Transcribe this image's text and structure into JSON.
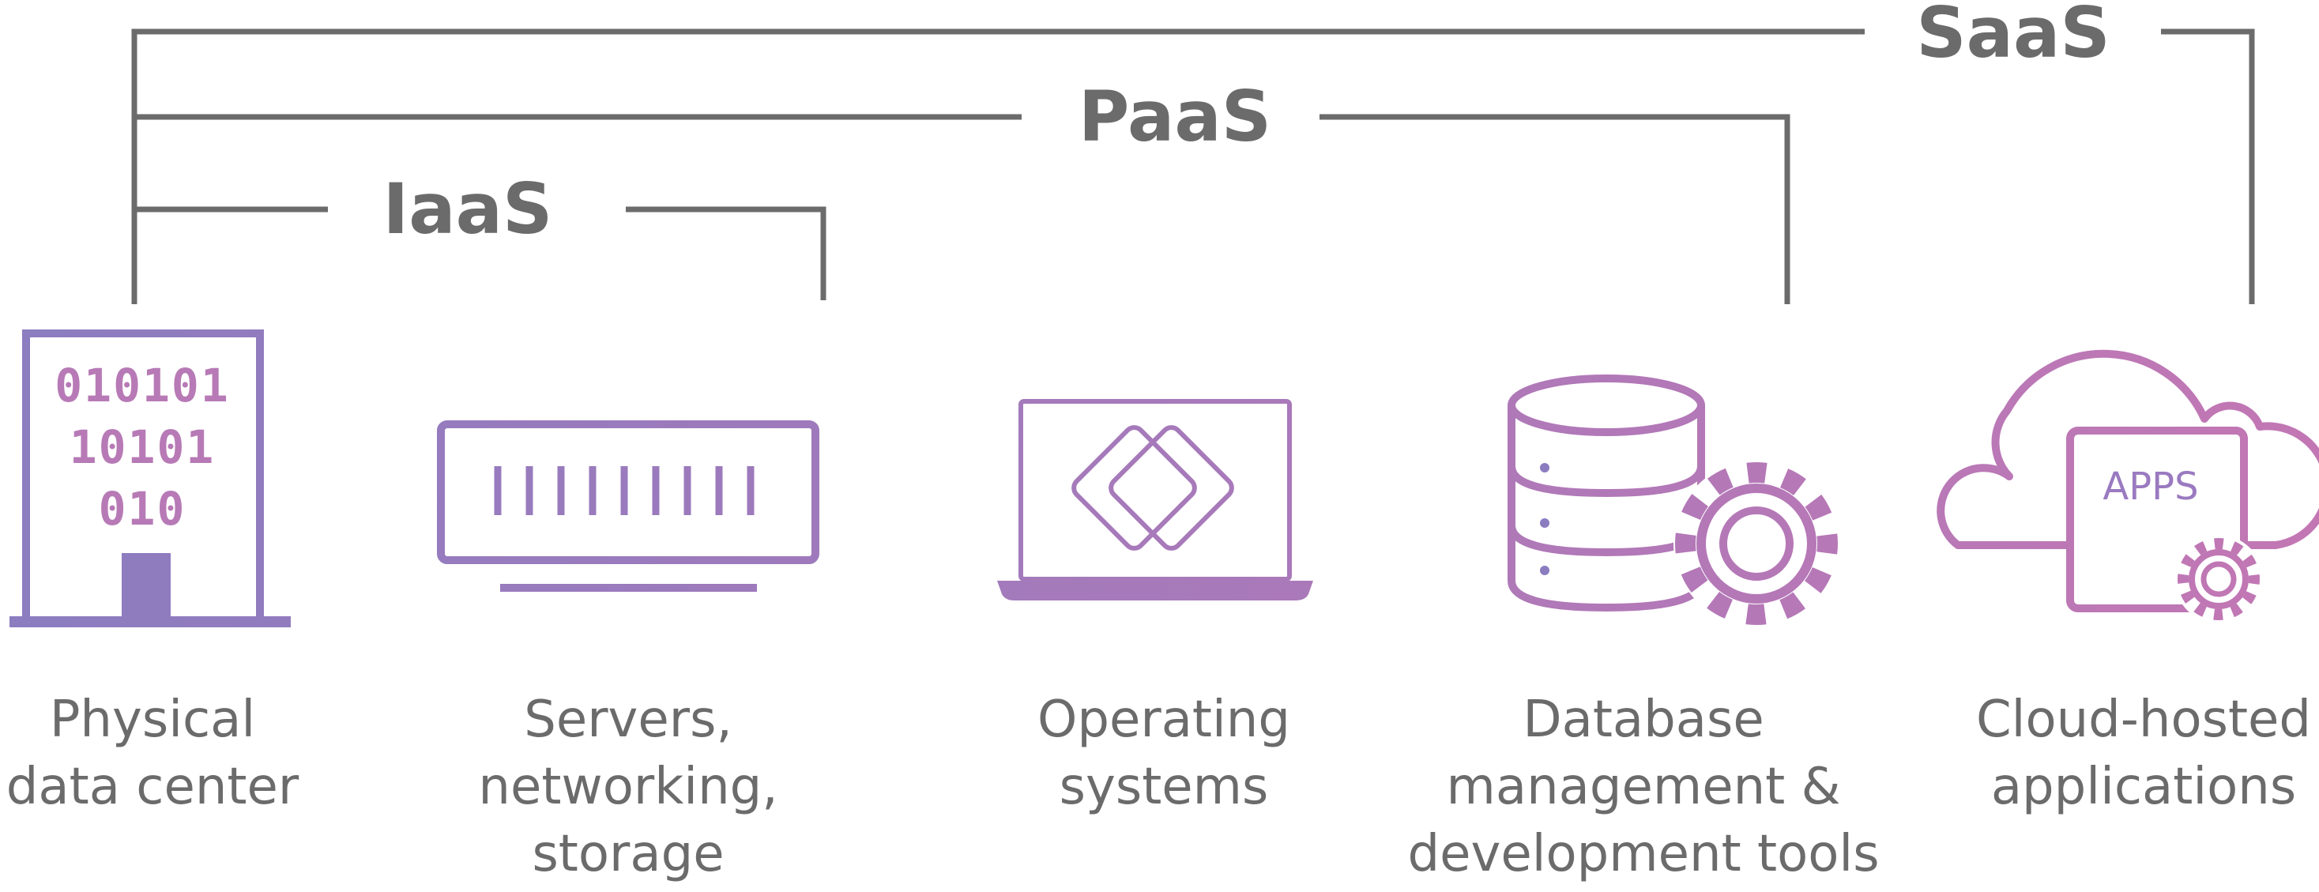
{
  "colors": {
    "line": "#6b6b6b",
    "text": "#6b6b6b",
    "gradient_start": "#8b7cc0",
    "gradient_end": "#c277b4",
    "bits": "#b77ab6"
  },
  "tiers": {
    "saas": {
      "label": "SaaS"
    },
    "paas": {
      "label": "PaaS"
    },
    "iaas": {
      "label": "IaaS"
    }
  },
  "components": {
    "data_center": {
      "icon": "building-icon",
      "bits": [
        "010101",
        "10101",
        "010"
      ],
      "caption": [
        "Physical",
        "data center"
      ]
    },
    "servers": {
      "icon": "server-rack-icon",
      "caption": [
        "Servers,",
        "networking,",
        "storage"
      ]
    },
    "os": {
      "icon": "laptop-icon",
      "caption": [
        "Operating",
        "systems"
      ]
    },
    "database": {
      "icon": "database-gear-icon",
      "caption": [
        "Database",
        "management &",
        "development tools"
      ]
    },
    "apps": {
      "icon": "cloud-apps-icon",
      "badge": "APPS",
      "caption": [
        "Cloud-hosted",
        "applications"
      ]
    }
  }
}
